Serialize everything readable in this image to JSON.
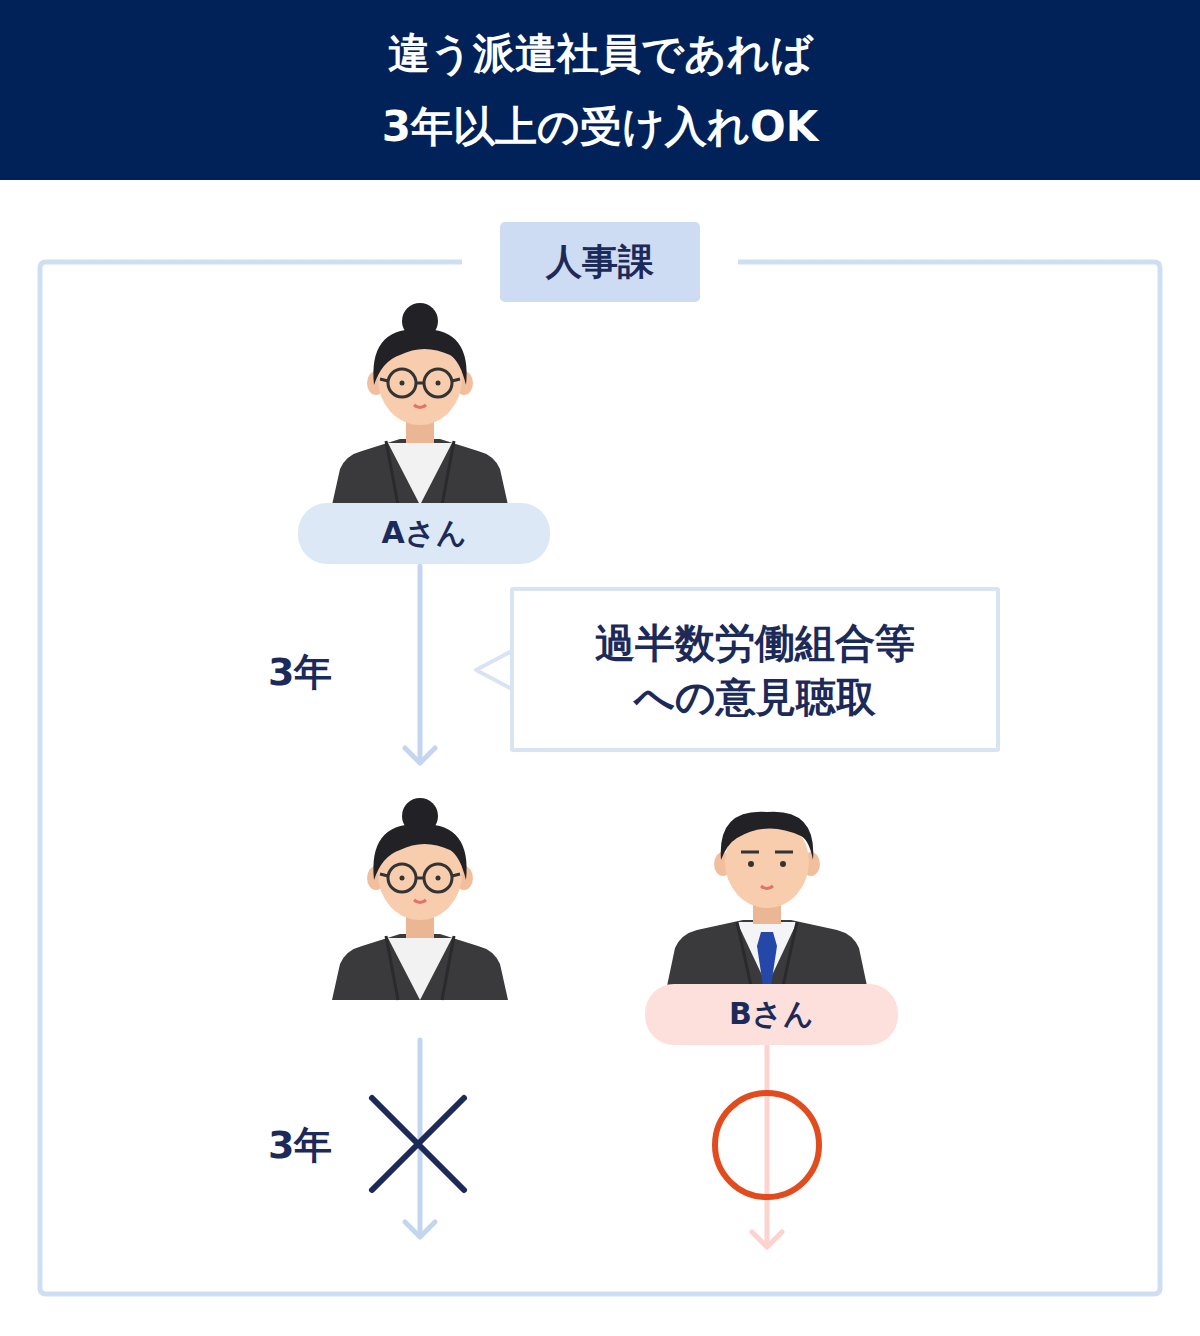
{
  "diagram": {
    "title": "違う派遣社員であれば 3年以上の受け入れOK",
    "nodes": [
      {
        "text": [
          "人事課"
        ]
      },
      {
        "text": [
          "Aさん"
        ],
        "in": 0
      },
      {
        "text": [
          "過半数労働組合等 への意見聴取"
        ],
        "in": 0
      },
      {
        "text": [
          "Bさん"
        ],
        "in": 0
      }
    ],
    "labels": [
      "3年",
      "3年"
    ]
  }
}
